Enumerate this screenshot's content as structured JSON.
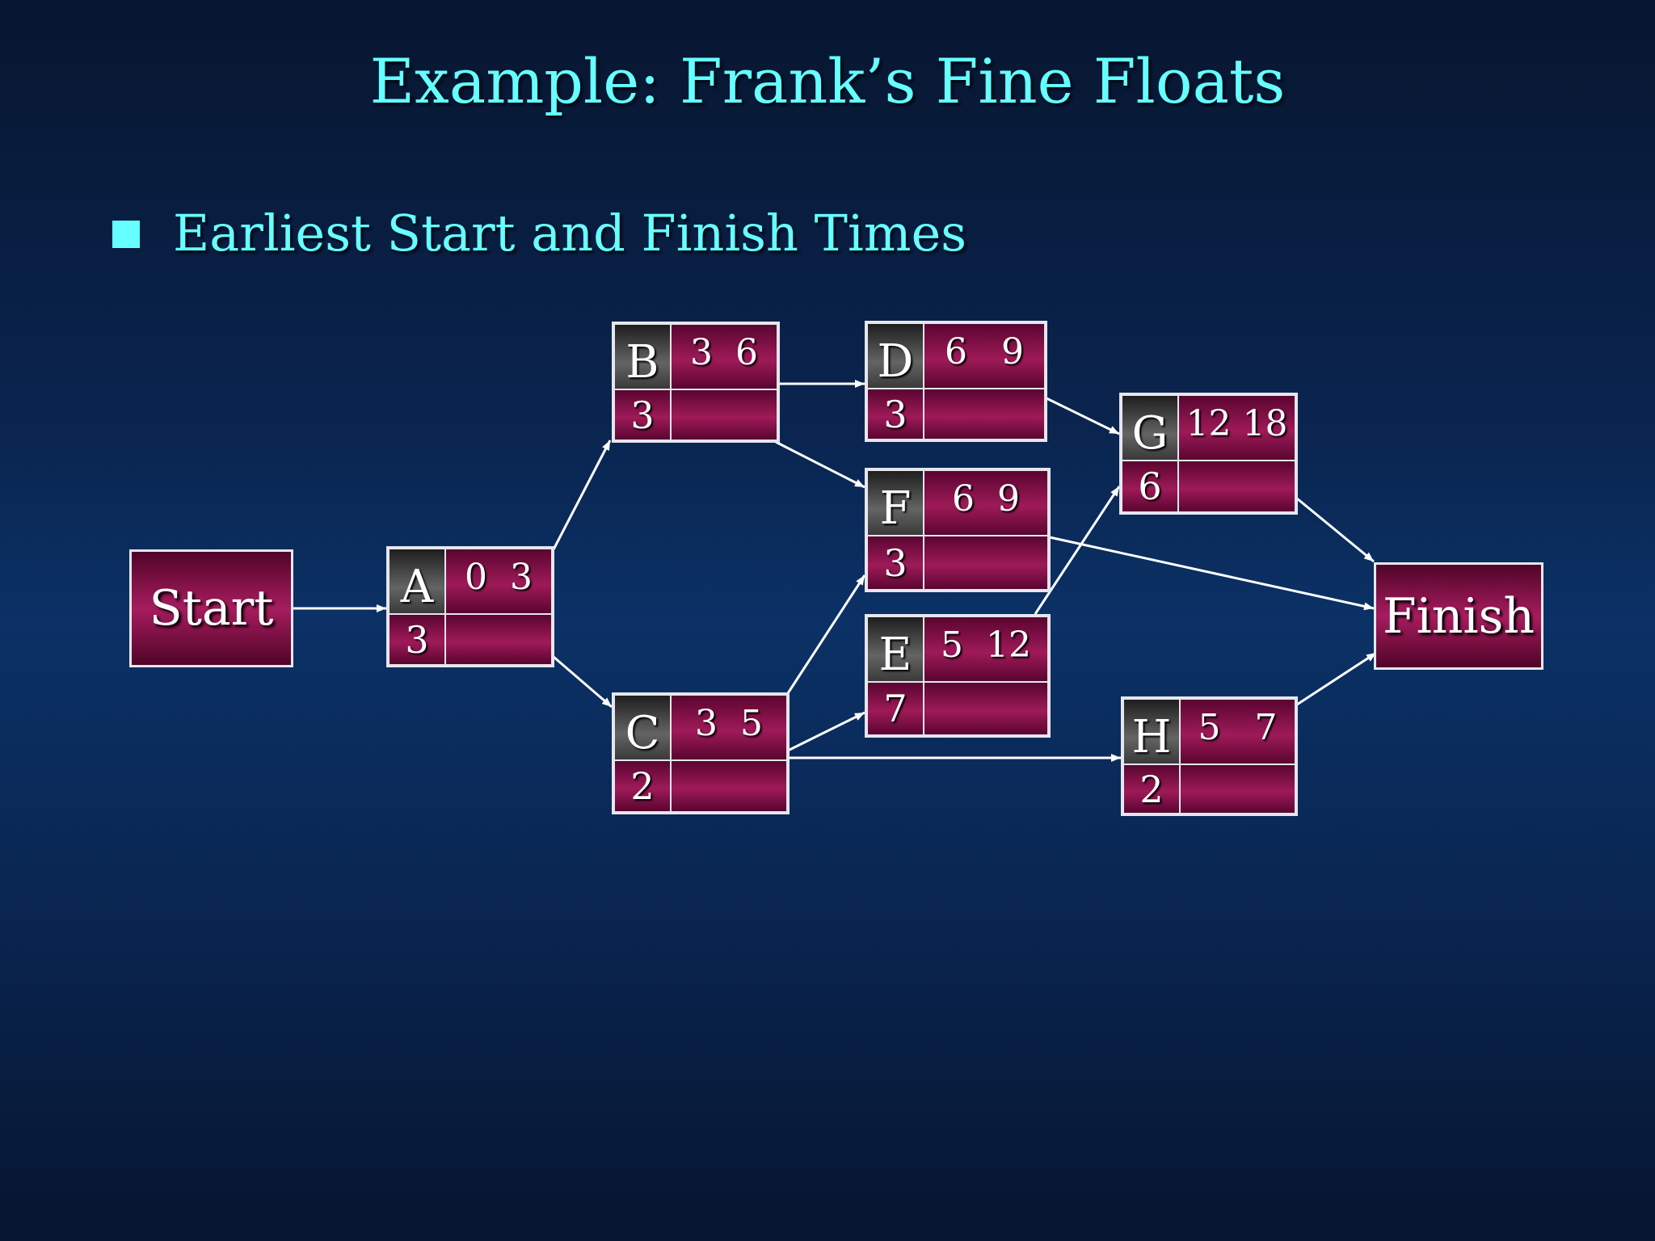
{
  "slide": {
    "title": "Example:  Frank’s Fine Floats",
    "bullet": "Earliest Start and Finish Times"
  },
  "network": {
    "start_label": "Start",
    "finish_label": "Finish",
    "activities": [
      {
        "id": "A",
        "duration": "3",
        "times": "0  3"
      },
      {
        "id": "B",
        "duration": "3",
        "times": "3  6"
      },
      {
        "id": "C",
        "duration": "2",
        "times": "3  5"
      },
      {
        "id": "D",
        "duration": "3",
        "times": "6   9"
      },
      {
        "id": "E",
        "duration": "7",
        "times": "5  12"
      },
      {
        "id": "F",
        "duration": "3",
        "times": "6  9"
      },
      {
        "id": "G",
        "duration": "6",
        "times": "12 18"
      },
      {
        "id": "H",
        "duration": "2",
        "times": "5   7"
      }
    ],
    "edges": [
      [
        "Start",
        "A"
      ],
      [
        "A",
        "B"
      ],
      [
        "A",
        "C"
      ],
      [
        "B",
        "D"
      ],
      [
        "B",
        "F"
      ],
      [
        "C",
        "F"
      ],
      [
        "C",
        "E"
      ],
      [
        "C",
        "H"
      ],
      [
        "D",
        "G"
      ],
      [
        "E",
        "G"
      ],
      [
        "F",
        "Finish"
      ],
      [
        "G",
        "Finish"
      ],
      [
        "H",
        "Finish"
      ]
    ]
  },
  "colors": {
    "accent": "#66ffff",
    "box_fill": "#9e1a58",
    "letter_fill": "#646464",
    "line": "#ffffff"
  }
}
